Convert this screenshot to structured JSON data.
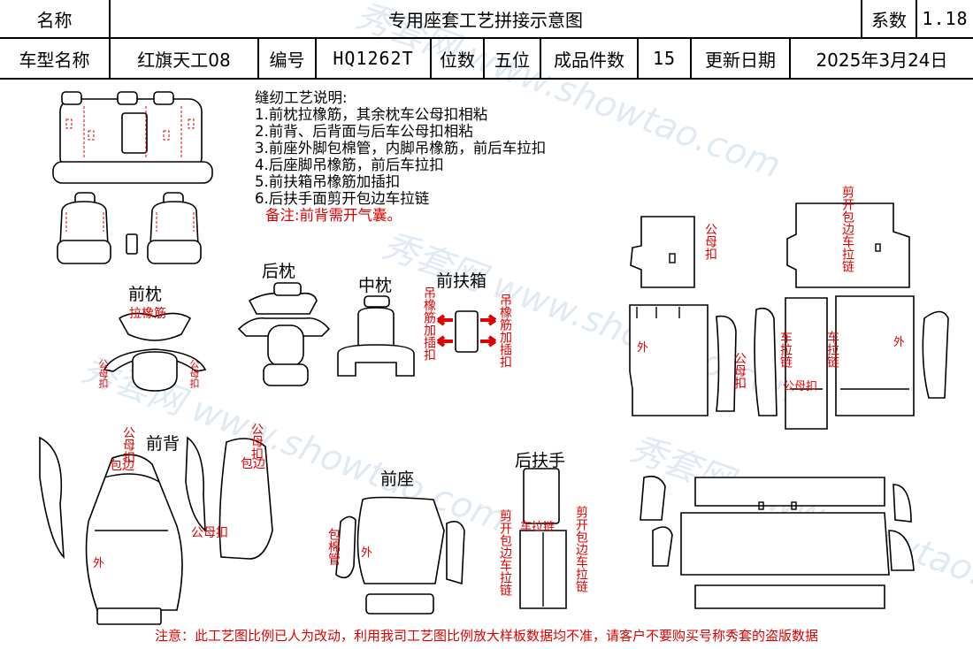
{
  "header": {
    "name_label": "名称",
    "title": "专用座套工艺拼接示意图",
    "coef_label": "系数",
    "coef_value": "1.18",
    "model_label": "车型名称",
    "model_value": "红旗天工08",
    "code_label": "编号",
    "code_value": "HQ1262T",
    "seats_label": "位数",
    "seats_value": "五位",
    "pieces_label": "成品件数",
    "pieces_value": "15",
    "date_label": "更新日期",
    "date_value": "2025年3月24日"
  },
  "notes": {
    "title": "缝纫工艺说明:",
    "items": [
      "1.前枕拉橡筋，其余枕车公母扣相粘",
      "2.前背、后背面与后车公母扣相粘",
      "3.前座外脚包棉管，内脚吊橡筋，前后车拉扣",
      "4.后座脚吊橡筋，前后车拉扣",
      "5.前扶箱吊橡筋加插扣",
      "6.后扶手面剪开包边车拉链"
    ],
    "remark": "备注:前背需开气囊。"
  },
  "sections": {
    "front_headrest": "前枕",
    "rear_headrest": "后枕",
    "middle_headrest": "中枕",
    "front_armbox": "前扶箱",
    "front_back": "前背",
    "front_seat": "前座",
    "rear_armrest": "后扶手"
  },
  "annotations": {
    "pull_elastic": "拉橡筋",
    "snap": "公母扣",
    "snap_v": "公母扣",
    "hang_elastic_buckle": "吊橡筋加插扣",
    "wrap_edge": "包边",
    "outer": "外",
    "cotton_tube": "包棉管",
    "cut_zip": "剪开包边车拉链",
    "zip": "车拉链",
    "pull_buckle": "车拉链"
  },
  "footer": "注意：此工艺图比例已人为改动，利用我司工艺图比例放大样板数据均不准，请客户不要购买号称秀套的盗版数据",
  "watermark": "秀套网 www.showtao.com",
  "colors": {
    "annotation": "#e00000",
    "line": "#000000"
  }
}
